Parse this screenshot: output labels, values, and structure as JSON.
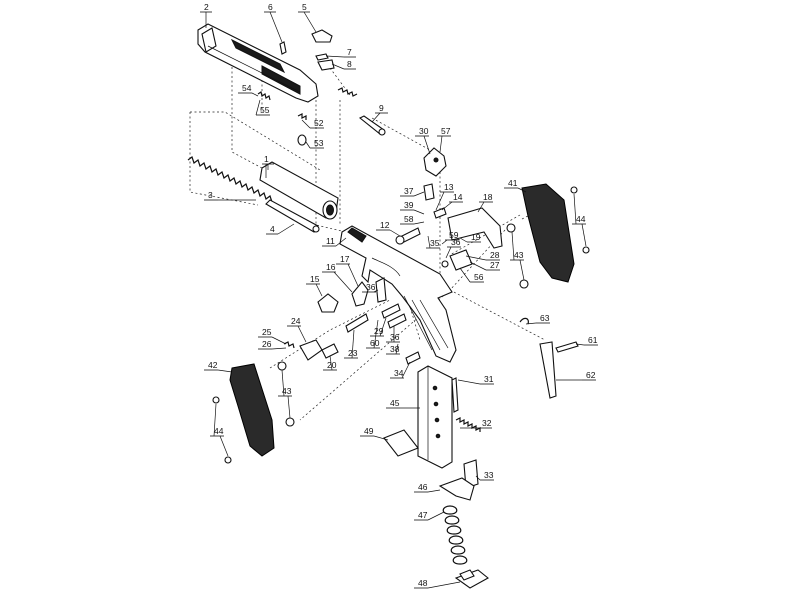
{
  "callouts": [
    {
      "id": "c1",
      "text": "1"
    },
    {
      "id": "c2",
      "text": "2"
    },
    {
      "id": "c3",
      "text": "3"
    },
    {
      "id": "c4",
      "text": "4"
    },
    {
      "id": "c5",
      "text": "5"
    },
    {
      "id": "c6",
      "text": "6"
    },
    {
      "id": "c7",
      "text": "7"
    },
    {
      "id": "c8",
      "text": "8"
    },
    {
      "id": "c9",
      "text": "9"
    },
    {
      "id": "c11",
      "text": "11"
    },
    {
      "id": "c12",
      "text": "12"
    },
    {
      "id": "c13",
      "text": "13"
    },
    {
      "id": "c14",
      "text": "14"
    },
    {
      "id": "c15",
      "text": "15"
    },
    {
      "id": "c16",
      "text": "16"
    },
    {
      "id": "c17",
      "text": "17"
    },
    {
      "id": "c18",
      "text": "18"
    },
    {
      "id": "c19",
      "text": "19"
    },
    {
      "id": "c20",
      "text": "20"
    },
    {
      "id": "c23",
      "text": "23"
    },
    {
      "id": "c24",
      "text": "24"
    },
    {
      "id": "c25",
      "text": "25"
    },
    {
      "id": "c26",
      "text": "26"
    },
    {
      "id": "c27",
      "text": "27"
    },
    {
      "id": "c28",
      "text": "28"
    },
    {
      "id": "c29",
      "text": "29"
    },
    {
      "id": "c30",
      "text": "30"
    },
    {
      "id": "c31",
      "text": "31"
    },
    {
      "id": "c32",
      "text": "32"
    },
    {
      "id": "c33",
      "text": "33"
    },
    {
      "id": "c34",
      "text": "34"
    },
    {
      "id": "c35",
      "text": "35"
    },
    {
      "id": "c36a",
      "text": "36"
    },
    {
      "id": "c36b",
      "text": "36"
    },
    {
      "id": "c36c",
      "text": "36"
    },
    {
      "id": "c37",
      "text": "37"
    },
    {
      "id": "c38",
      "text": "38"
    },
    {
      "id": "c39",
      "text": "39"
    },
    {
      "id": "c41",
      "text": "41"
    },
    {
      "id": "c42",
      "text": "42"
    },
    {
      "id": "c43a",
      "text": "43"
    },
    {
      "id": "c43b",
      "text": "43"
    },
    {
      "id": "c44a",
      "text": "44"
    },
    {
      "id": "c44b",
      "text": "44"
    },
    {
      "id": "c45",
      "text": "45"
    },
    {
      "id": "c46",
      "text": "46"
    },
    {
      "id": "c47",
      "text": "47"
    },
    {
      "id": "c48",
      "text": "48"
    },
    {
      "id": "c49",
      "text": "49"
    },
    {
      "id": "c52",
      "text": "52"
    },
    {
      "id": "c53",
      "text": "53"
    },
    {
      "id": "c54",
      "text": "54"
    },
    {
      "id": "c55",
      "text": "55"
    },
    {
      "id": "c56",
      "text": "56"
    },
    {
      "id": "c57",
      "text": "57"
    },
    {
      "id": "c58",
      "text": "58"
    },
    {
      "id": "c59",
      "text": "59"
    },
    {
      "id": "c60",
      "text": "60"
    },
    {
      "id": "c61",
      "text": "61"
    },
    {
      "id": "c62",
      "text": "62"
    },
    {
      "id": "c63",
      "text": "63"
    }
  ]
}
